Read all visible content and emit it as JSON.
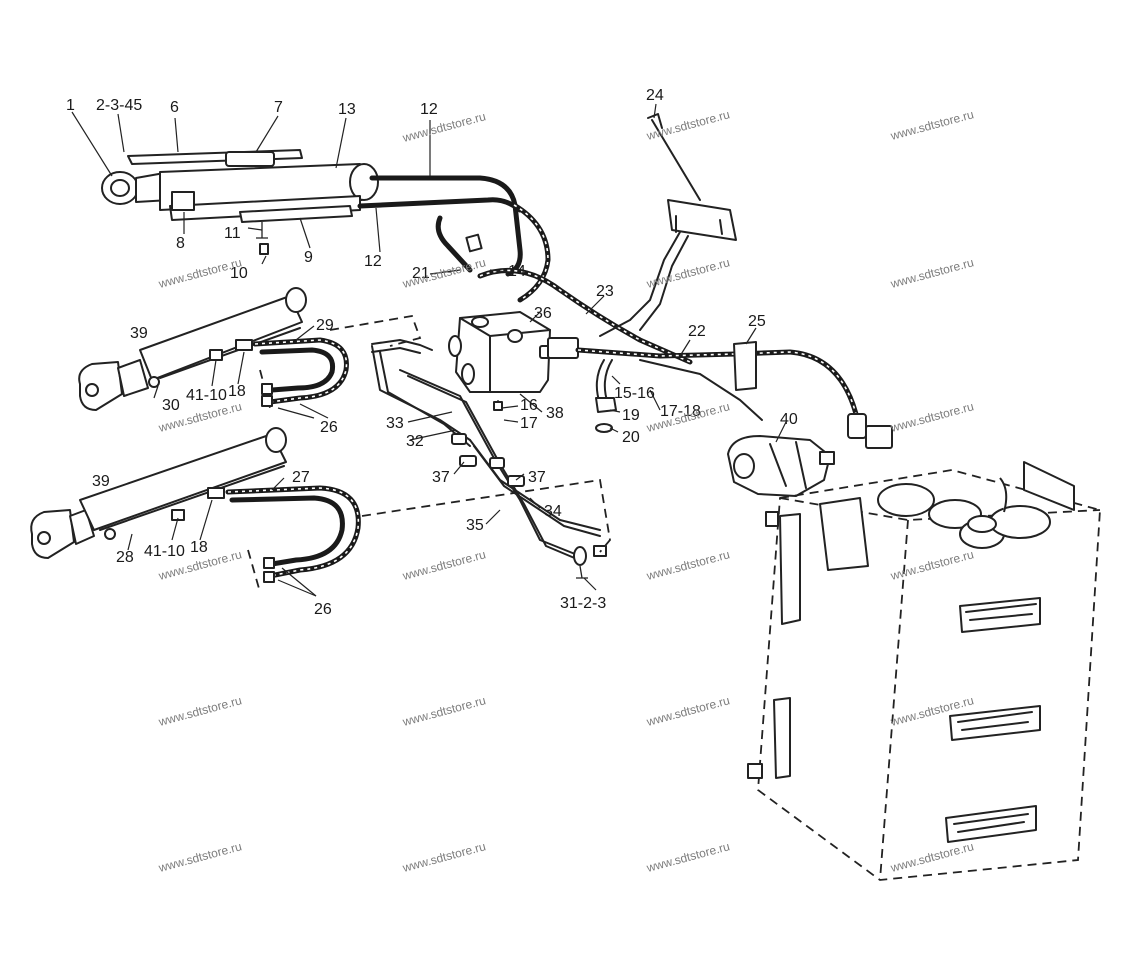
{
  "callouts": {
    "c1": "1",
    "c2345": "2-3-45",
    "c6": "6",
    "c7": "7",
    "c13": "13",
    "c12a": "12",
    "c12b": "12",
    "c8": "8",
    "c11": "11",
    "c9": "9",
    "c10": "10",
    "c24": "24",
    "c21": "21",
    "c14": "14",
    "c23": "23",
    "c36": "36",
    "c22": "22",
    "c25": "25",
    "c39a": "39",
    "c29": "29",
    "c30": "30",
    "c41a": "41-10",
    "c18a": "18",
    "c26a": "26",
    "c33": "33",
    "c32": "32",
    "c16": "16",
    "c17": "17",
    "c38": "38",
    "c1516": "15-16",
    "c19": "19",
    "c1718": "17-18",
    "c20": "20",
    "c40": "40",
    "c37a": "37",
    "c37b": "37",
    "c34": "34",
    "c35": "35",
    "c3123": "31-2-3",
    "c39b": "39",
    "c27": "27",
    "c28": "28",
    "c41b": "41-10",
    "c18b": "18",
    "c26b": "26"
  },
  "watermark": "www.sdtstore.ru"
}
